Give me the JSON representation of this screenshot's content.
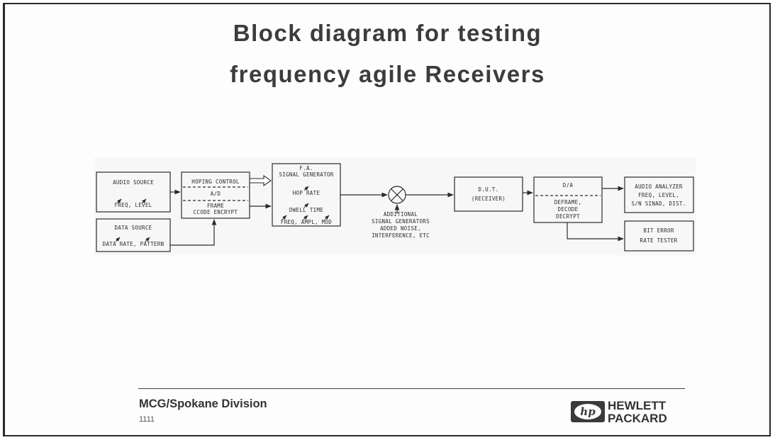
{
  "slide": {
    "title_line1": "Block diagram for testing",
    "title_line2": "frequency agile Receivers"
  },
  "blocks": {
    "audio_source": [
      "AUDIO SOURCE",
      "FREQ, LEVEL"
    ],
    "data_source": [
      "DATA SOURCE",
      "DATA RATE, PATTERN"
    ],
    "hop_control": [
      "HOPING CONTROL",
      "A/D",
      "FRAME",
      "CCODE ENCRYPT"
    ],
    "fa_gen": [
      "F.A.",
      "SIGNAL GENERATOR",
      "HOP RATE",
      "DWELL TIME",
      "FREQ, AMPL, MOD"
    ],
    "additional": [
      "ADDITIONAL",
      "SIGNAL GENERATORS",
      "ADDED NOISE,",
      "INTERFERENCE, ETC"
    ],
    "dut": [
      "D.U.T.",
      "(RECEIVER)"
    ],
    "da": [
      "D/A",
      "DEFRAME,",
      "DECODE",
      "DECRYPT"
    ],
    "audio_analyzer": [
      "AUDIO ANALYZER",
      "FREQ, LEVEL,",
      "S/N SINAD, DIST."
    ],
    "bert": [
      "BIT ERROR",
      "RATE TESTER"
    ]
  },
  "footer": {
    "division": "MCG/Spokane Division",
    "code": "1111",
    "logo_mark": "hp",
    "company_line1": "HEWLETT",
    "company_line2": "PACKARD"
  },
  "colors": {
    "ink": "#2b2b2b",
    "title": "#3c3c3c"
  }
}
